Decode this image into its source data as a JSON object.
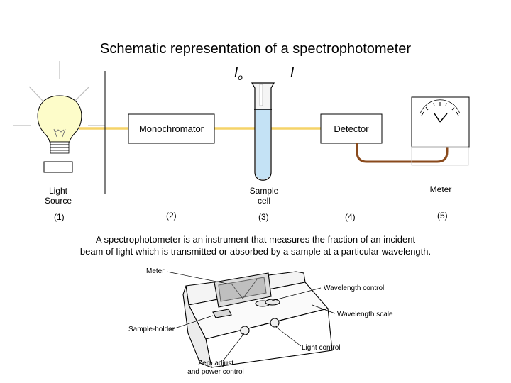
{
  "title": "Schematic representation of a spectrophotometer",
  "intensity": {
    "incident_symbol": "I",
    "incident_subscript": "o",
    "transmitted_symbol": "I"
  },
  "boxes": {
    "monochromator": "Monochromator",
    "detector": "Detector"
  },
  "components": [
    {
      "label_line1": "Light",
      "label_line2": "Source",
      "number": "(1)"
    },
    {
      "label_line1": "",
      "label_line2": "",
      "number": "(2)"
    },
    {
      "label_line1": "Sample",
      "label_line2": "cell",
      "number": "(3)"
    },
    {
      "label_line1": "",
      "label_line2": "",
      "number": "(4)"
    },
    {
      "label_line1": "Meter",
      "label_line2": "",
      "number": "(5)"
    }
  ],
  "caption": {
    "line1": "A spectrophotometer is an instrument that measures the fraction of an incident",
    "line2": "beam of light which is transmitted or absorbed by a sample at a particular wavelength."
  },
  "instrument_callouts": {
    "meter": "Meter",
    "wavelength_control": "Wavelength control",
    "wavelength_scale": "Wavelength scale",
    "sample_holder": "Sample-holder",
    "light_control": "Light control",
    "zero_adjust_line1": "Zero adjust",
    "zero_adjust_line2": "and power control"
  },
  "colors": {
    "beam": "#f5d469",
    "bulb": "#fdfcc9",
    "liquid": "#c4e2f5",
    "wire": "#8a4a1c",
    "line": "#000000"
  }
}
